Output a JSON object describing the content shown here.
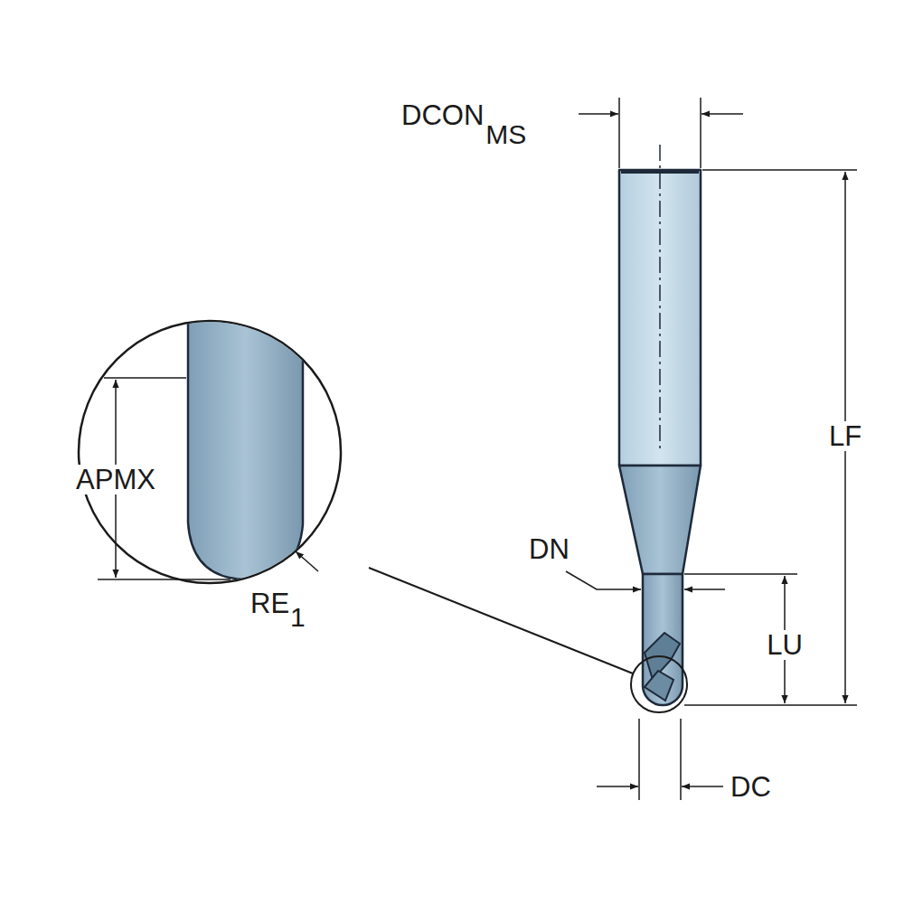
{
  "diagram": {
    "labels": [
      "DCON",
      "MS",
      "LF",
      "DN",
      "LU",
      "DC",
      "APMX",
      "RE",
      "1"
    ]
  }
}
